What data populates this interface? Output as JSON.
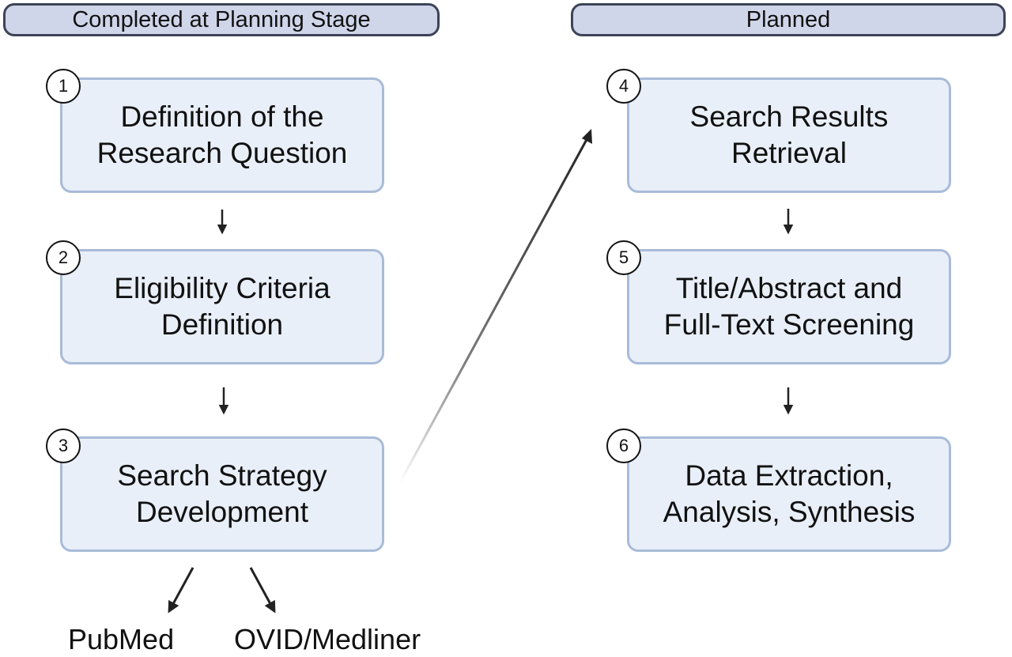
{
  "headers": {
    "left": "Completed at Planning Stage",
    "right": "Planned"
  },
  "steps": [
    {
      "number": "1",
      "label": "Definition of the\nResearch Question"
    },
    {
      "number": "2",
      "label": "Eligibility Criteria\nDefinition"
    },
    {
      "number": "3",
      "label": "Search Strategy\nDevelopment"
    },
    {
      "number": "4",
      "label": "Search Results\nRetrieval"
    },
    {
      "number": "5",
      "label": "Title/Abstract and\nFull-Text Screening"
    },
    {
      "number": "6",
      "label": "Data Extraction,\nAnalysis, Synthesis"
    }
  ],
  "databases": [
    "PubMed",
    "OVID/Medliner"
  ]
}
